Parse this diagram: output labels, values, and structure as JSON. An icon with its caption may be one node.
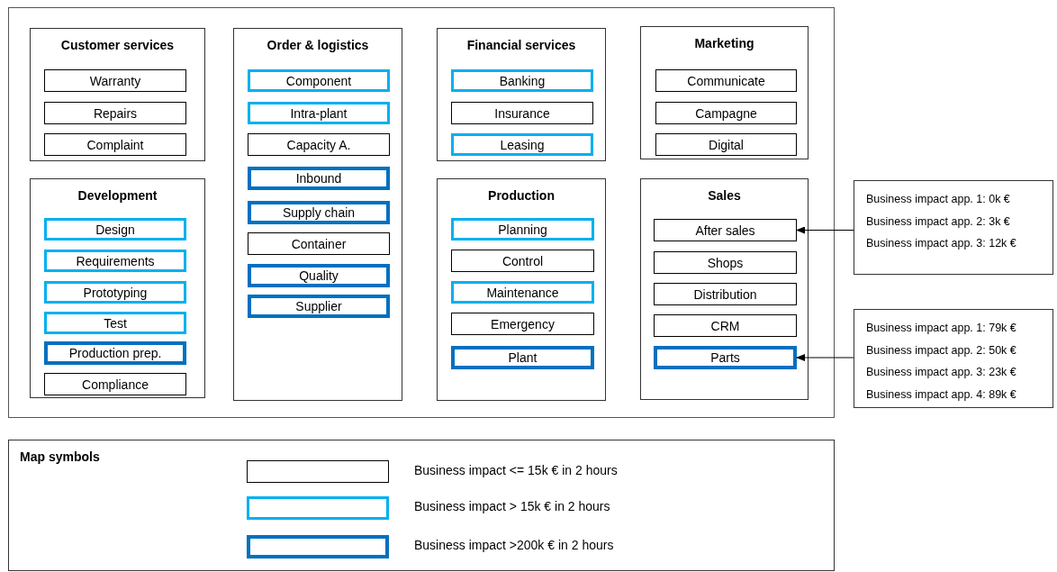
{
  "diagram": {
    "nodes": [
      {
        "text": [],
        "shape": "box"
      },
      {
        "text": [
          "Customer services"
        ],
        "in": 0
      },
      {
        "text": [
          "Warranty"
        ],
        "in": 1
      },
      {
        "text": [
          "Repairs"
        ],
        "in": 1
      },
      {
        "text": [
          "Complaint"
        ],
        "in": 1
      },
      {
        "text": [
          "Order & logistics"
        ],
        "in": 0
      },
      {
        "text": [
          "Component"
        ],
        "in": 5
      },
      {
        "text": [
          "Intra-plant"
        ],
        "in": 5
      },
      {
        "text": [
          "Capacity A."
        ],
        "in": 5
      },
      {
        "text": [
          "Inbound"
        ],
        "in": 5
      },
      {
        "text": [
          "Supply chain"
        ],
        "in": 5
      },
      {
        "text": [
          "Container"
        ],
        "in": 5
      },
      {
        "text": [
          "Quality"
        ],
        "in": 5
      },
      {
        "text": [
          "Supplier"
        ],
        "in": 5
      },
      {
        "text": [
          "Financial services"
        ],
        "in": 0
      },
      {
        "text": [
          "Banking"
        ],
        "in": 14
      },
      {
        "text": [
          "Insurance"
        ],
        "in": 14
      },
      {
        "text": [
          "Leasing"
        ],
        "in": 14
      },
      {
        "text": [
          "Marketing"
        ],
        "in": 0
      },
      {
        "text": [
          "Communicate"
        ],
        "in": 18
      },
      {
        "text": [
          "Campagne"
        ],
        "in": 18
      },
      {
        "text": [
          "Digital"
        ],
        "in": 18
      },
      {
        "text": [
          "Development"
        ],
        "in": 0
      },
      {
        "text": [
          "Design"
        ],
        "in": 22
      },
      {
        "text": [
          "Requirements"
        ],
        "in": 22
      },
      {
        "text": [
          "Prototyping"
        ],
        "in": 22
      },
      {
        "text": [
          "Test"
        ],
        "in": 22
      },
      {
        "text": [
          "Production prep."
        ],
        "in": 22
      },
      {
        "text": [
          "Compliance"
        ],
        "in": 22
      },
      {
        "text": [
          "Production"
        ],
        "in": 0
      },
      {
        "text": [
          "Planning"
        ],
        "in": 29
      },
      {
        "text": [
          "Control"
        ],
        "in": 29
      },
      {
        "text": [
          "Maintenance"
        ],
        "in": 29
      },
      {
        "text": [
          "Emergency"
        ],
        "in": 29
      },
      {
        "text": [
          "Plant"
        ],
        "in": 29
      },
      {
        "text": [
          "Sales"
        ],
        "in": 0
      },
      {
        "text": [
          "After sales"
        ],
        "in": 35
      },
      {
        "text": [
          "Shops"
        ],
        "in": 35
      },
      {
        "text": [
          "Distribution"
        ],
        "in": 35
      },
      {
        "text": [
          "CRM"
        ],
        "in": 35
      },
      {
        "text": [
          "Parts"
        ],
        "in": 35
      },
      {
        "text": [
          "Business impact app. 1: 0k €",
          "Business impact app. 2: 3k €",
          "Business impact app. 3: 12k €"
        ]
      },
      {
        "text": [
          "Business impact app. 1: 79k €",
          "Business impact app. 2: 50k €",
          "Business impact app. 3: 23k €",
          "Business impact app. 4: 89k €"
        ]
      }
    ],
    "edges": [
      {
        "from": 41,
        "to": 36,
        "arrow": "to"
      },
      {
        "from": 42,
        "to": 40,
        "arrow": "to"
      }
    ],
    "labels": [
      "Map symbols"
    ],
    "legend": [
      {
        "text": "Business impact <= 15k € in 2 hours",
        "color": "#000000"
      },
      {
        "text": "Business impact > 15k € in 2 hours",
        "color": "#00b0f0"
      },
      {
        "text": "Business impact >200k € in 2 hours",
        "color": "#0070c0"
      }
    ]
  }
}
